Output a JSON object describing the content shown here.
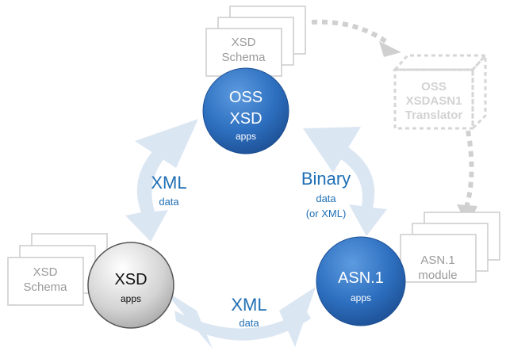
{
  "nodes": {
    "oss": {
      "line1": "OSS",
      "line2": "XSD",
      "sub": "apps"
    },
    "xsd": {
      "line1": "XSD",
      "sub": "apps"
    },
    "asn": {
      "line1": "ASN.1",
      "sub": "apps"
    }
  },
  "docs": {
    "top_schema": {
      "line1": "XSD",
      "line2": "Schema"
    },
    "left_schema": {
      "line1": "XSD",
      "line2": "Schema"
    },
    "asn_module": {
      "line1": "ASN.1",
      "line2": "module"
    }
  },
  "translator": {
    "line1": "OSS",
    "line2": "XSDASN1",
    "line3": "Translator"
  },
  "edges": {
    "left": {
      "main": "XML",
      "sub": "data"
    },
    "right": {
      "main": "Binary",
      "sub": "data",
      "sub2": "(or XML)"
    },
    "bottom": {
      "main": "XML",
      "sub": "data"
    }
  },
  "colors": {
    "circle_blue": "#2d6fbf",
    "circle_gray": "#cfcfcf",
    "arrow_fill": "#dbe6f3",
    "label_blue": "#1f6fb5"
  }
}
